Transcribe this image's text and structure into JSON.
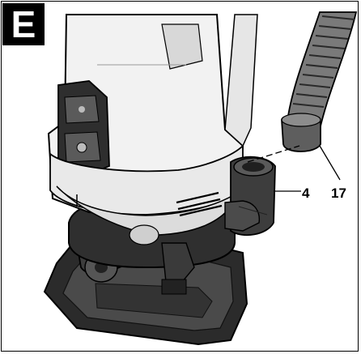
{
  "figure": {
    "badge_letter": "E",
    "callouts": [
      {
        "id": "vacuum-adapter",
        "label": "4"
      },
      {
        "id": "suction-hose",
        "label": "17"
      }
    ]
  },
  "colors": {
    "outline": "#000000",
    "body_light": "#f2f2f2",
    "body_mid": "#cfcfcf",
    "body_dark": "#3a3a3a",
    "base_dark": "#2b2b2b",
    "hose": "#6e6e6e"
  }
}
